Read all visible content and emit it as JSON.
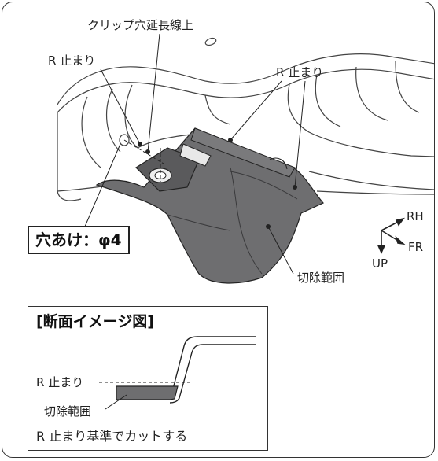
{
  "labels": {
    "clip_hole_extension": "クリップ穴延長線上",
    "r_stop_left": "R 止まり",
    "r_stop_right": "R 止まり",
    "cut_range": "切除範囲",
    "hole_spec": "穴あけ：φ4"
  },
  "axes": {
    "rh": "RH",
    "fr": "FR",
    "up": "UP"
  },
  "inset": {
    "title": "[断面イメージ図]",
    "r_stop": "R 止まり",
    "cut_range": "切除範囲",
    "note": "R 止まり基準でカットする"
  },
  "colors": {
    "cut_fill": "#6e6e70",
    "cut_dark": "#505052",
    "line": "#222222"
  }
}
